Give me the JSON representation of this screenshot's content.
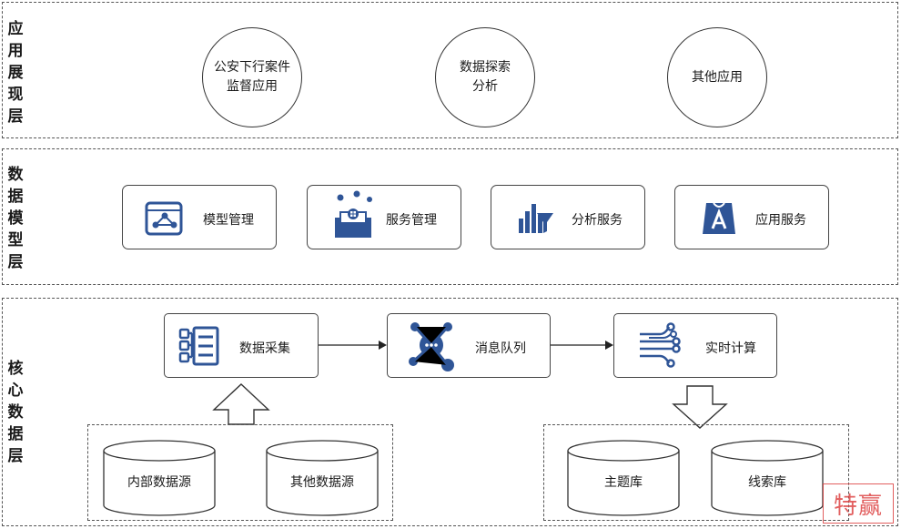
{
  "layers": {
    "app": {
      "label": [
        "应",
        "用",
        "展",
        "现",
        "层"
      ]
    },
    "model": {
      "label": [
        "数",
        "据",
        "模",
        "型",
        "层"
      ]
    },
    "core": {
      "label": [
        "核",
        "心",
        "数",
        "据",
        "层"
      ]
    }
  },
  "apps": [
    {
      "line1": "公安下行案件",
      "line2": "监督应用"
    },
    {
      "line1": "数据探索",
      "line2": "分析"
    },
    {
      "line1": "其他应用",
      "line2": ""
    }
  ],
  "services": [
    {
      "label": "模型管理",
      "icon": "model-management-icon"
    },
    {
      "label": "服务管理",
      "icon": "service-management-icon"
    },
    {
      "label": "分析服务",
      "icon": "analysis-service-icon"
    },
    {
      "label": "应用服务",
      "icon": "application-service-icon"
    }
  ],
  "pipeline": [
    {
      "label": "数据采集",
      "icon": "data-collection-icon"
    },
    {
      "label": "消息队列",
      "icon": "message-queue-icon"
    },
    {
      "label": "实时计算",
      "icon": "realtime-compute-icon"
    }
  ],
  "sources": [
    "内部数据源",
    "其他数据源"
  ],
  "stores": [
    "主题库",
    "线索库"
  ],
  "watermark": "特赢",
  "colors": {
    "accent": "#2f5597",
    "border": "#444444"
  }
}
